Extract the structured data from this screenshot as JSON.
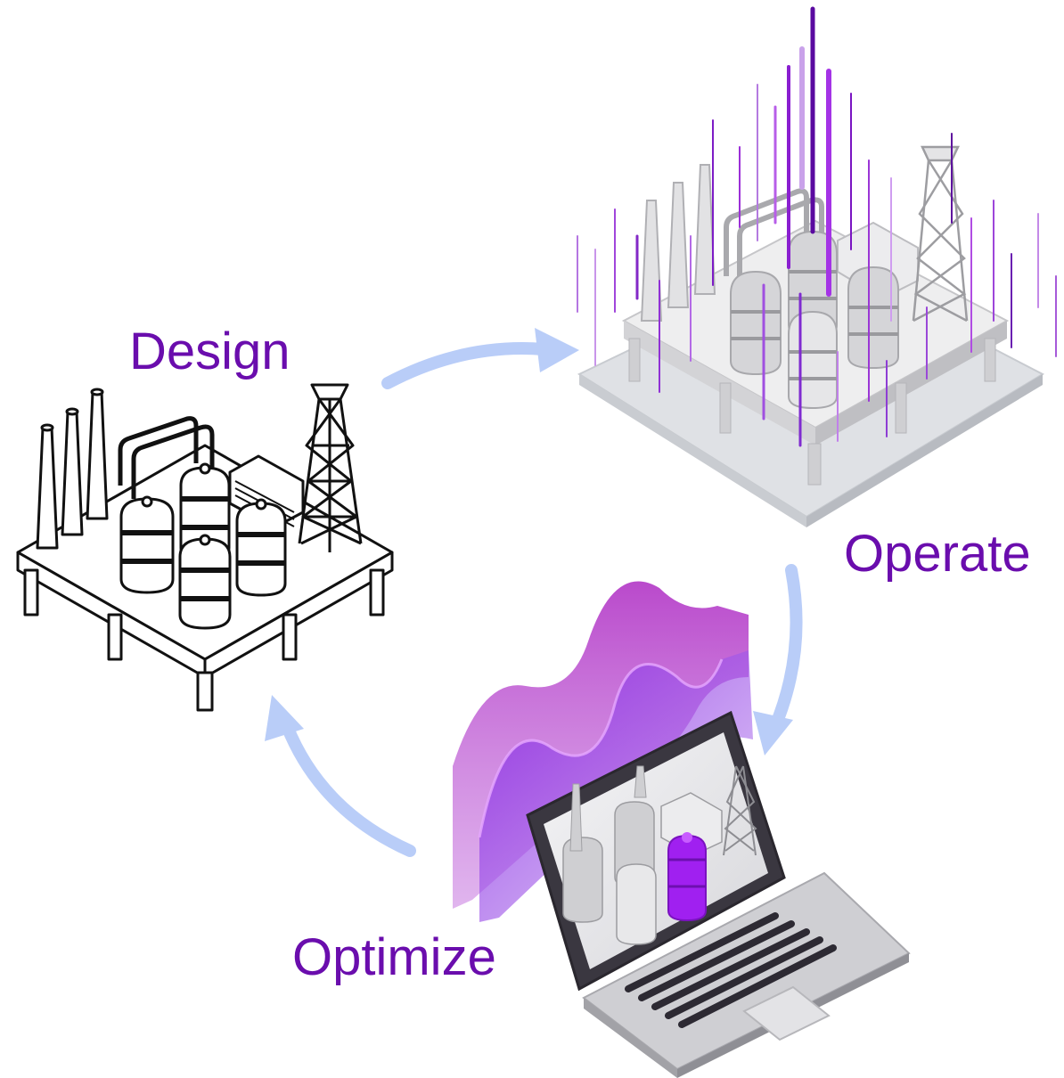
{
  "stages": [
    {
      "id": "design",
      "label": "Design",
      "color": "#6a0dad"
    },
    {
      "id": "operate",
      "label": "Operate",
      "color": "#6a0dad"
    },
    {
      "id": "optimize",
      "label": "Optimize",
      "color": "#6a0dad"
    }
  ],
  "colors": {
    "label": "#6a0dad",
    "arrow": "#b9cdf8",
    "accent_purple": "#9b30ff",
    "wave_purple": "#b03cd0",
    "outline": "#111111",
    "platform_gray": "#d9dadc"
  },
  "icons": [
    "design-plant-icon",
    "operate-plant-icon",
    "optimize-laptop-icon",
    "cycle-arrow-icon"
  ]
}
